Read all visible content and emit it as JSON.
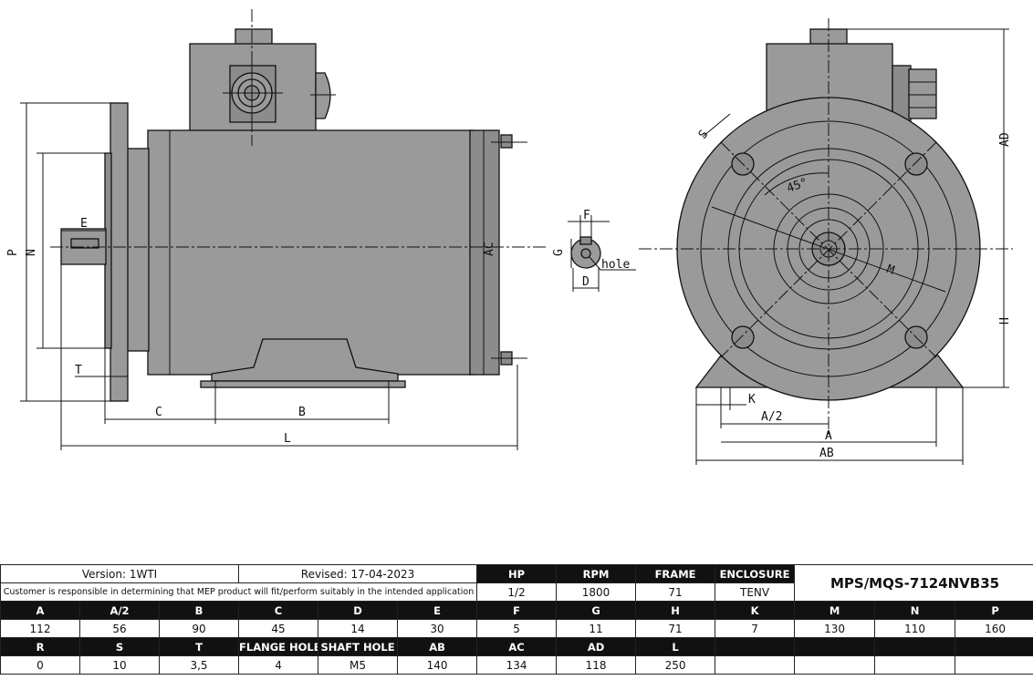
{
  "drawing": {
    "labels": {
      "P": "P",
      "N": "N",
      "E": "E",
      "T": "T",
      "C": "C",
      "B": "B",
      "L": "L",
      "AC": "AC",
      "F": "F",
      "G": "G",
      "D": "D",
      "hole": "hole",
      "S": "S",
      "angle": "45°",
      "M": "M",
      "AD": "AD",
      "H": "H",
      "K": "K",
      "A2": "A/2",
      "A": "A",
      "AB": "AB"
    }
  },
  "table": {
    "version": "Version: 1WTI",
    "revised": "Revised: 17-04-2023",
    "disclaimer": "Customer is responsible in determining that MEP product will fit/perform suitably in the intended application",
    "model": "MPS/MQS-7124NVB35",
    "specs_headers": [
      "HP",
      "RPM",
      "FRAME",
      "ENCLOSURE"
    ],
    "specs_values": [
      "1/2",
      "1800",
      "71",
      "TENV"
    ],
    "row1_headers": [
      "A",
      "A/2",
      "B",
      "C",
      "D",
      "E",
      "F",
      "G",
      "H",
      "K",
      "M",
      "N",
      "P"
    ],
    "row1_values": [
      "112",
      "56",
      "90",
      "45",
      "14",
      "30",
      "5",
      "11",
      "71",
      "7",
      "130",
      "110",
      "160"
    ],
    "row2_headers": [
      "R",
      "S",
      "T",
      "FLANGE HOLE",
      "SHAFT HOLE",
      "AB",
      "AC",
      "AD",
      "L",
      "",
      "",
      "",
      ""
    ],
    "row2_values": [
      "0",
      "10",
      "3,5",
      "4",
      "M5",
      "140",
      "134",
      "118",
      "250",
      "",
      "",
      "",
      ""
    ]
  }
}
